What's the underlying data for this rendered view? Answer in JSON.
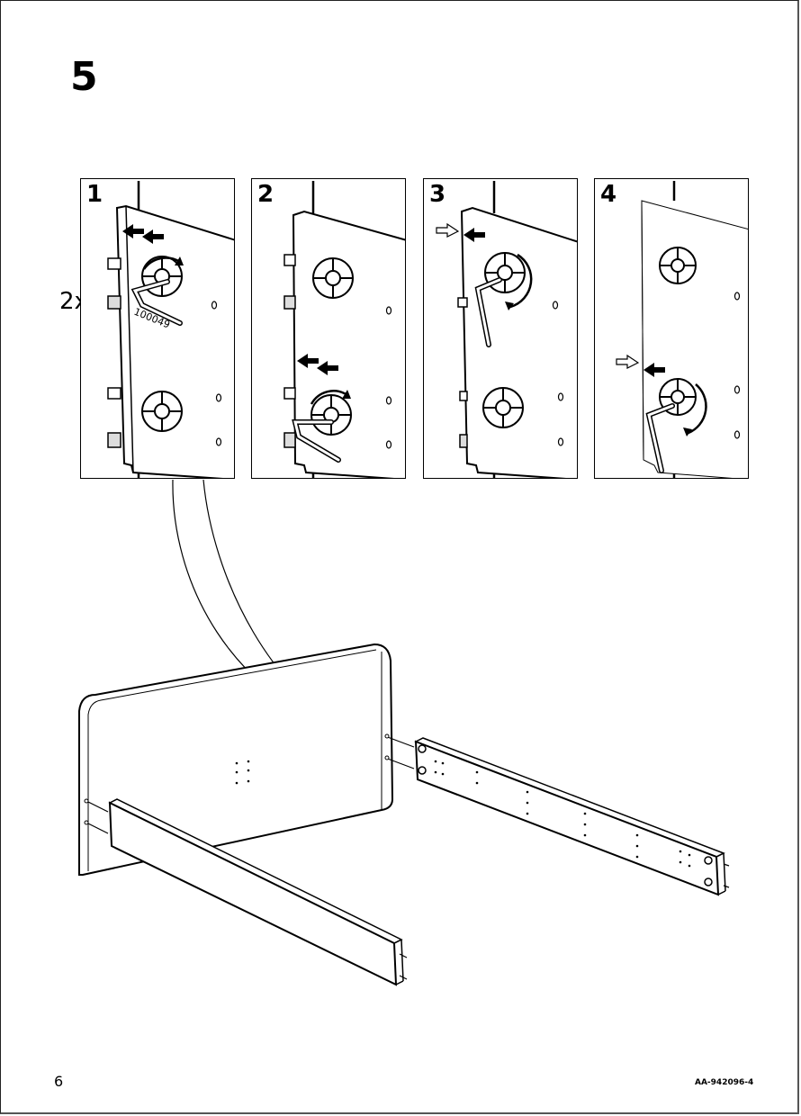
{
  "step": {
    "number": "5"
  },
  "panels": [
    {
      "label": "1"
    },
    {
      "label": "2"
    },
    {
      "label": "3"
    },
    {
      "label": "4"
    }
  ],
  "multiplier": "2x",
  "part_code": "100049",
  "footer": {
    "page_number": "6",
    "doc_code": "AA-942096-4"
  }
}
